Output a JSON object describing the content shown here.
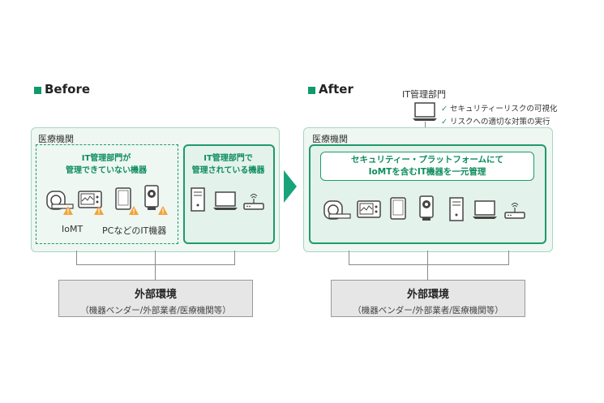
{
  "before": {
    "heading": "Before",
    "org_label": "医療機関",
    "unmanaged_label": "IT管理部門が\n管理できていない機器",
    "managed_label": "IT管理部門で\n管理されている機器",
    "iomt_label": "IoMT",
    "pc_label": "PCなどのIT機器",
    "external_title": "外部環境",
    "external_sub": "（機器ベンダー/外部業者/医療機関等）"
  },
  "after": {
    "heading": "After",
    "it_dept_label": "IT管理部門",
    "checks": [
      "セキュリティーリスクの可視化",
      "リスクへの適切な対策の実行"
    ],
    "org_label": "医療機関",
    "platform_label": "セキュリティー・プラットフォームにて\nIoMTを含むIT機器を一元管理",
    "external_title": "外部環境",
    "external_sub": "（機器ベンダー/外部業者/医療機関等）"
  },
  "colors": {
    "accent": "#0f9a6a",
    "warning": "#f2a33a",
    "arrow": "#18a37a"
  },
  "icons": [
    "mri-icon",
    "monitor-device-icon",
    "tablet-icon",
    "camera-icon",
    "warning-icon",
    "tower-pc-icon",
    "laptop-icon",
    "router-icon",
    "checkmark-icon",
    "arrow-right-icon"
  ]
}
